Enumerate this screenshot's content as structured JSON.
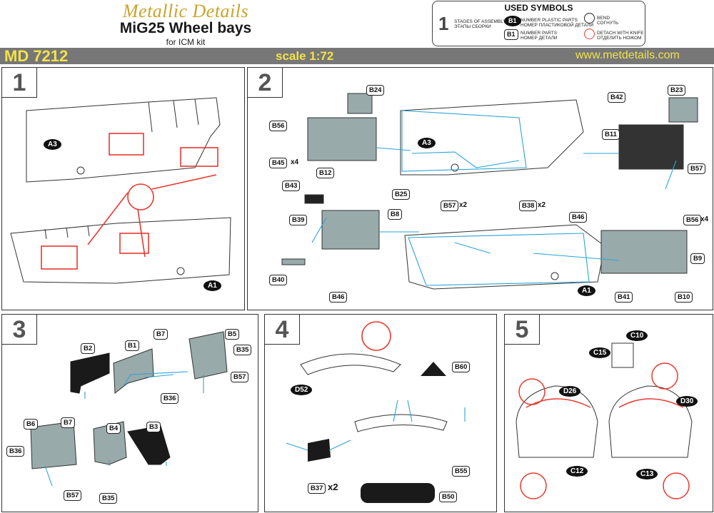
{
  "header": {
    "brand": "Metallic Details",
    "title": "MiG25 Wheel bays",
    "subtitle": "for ICM kit",
    "code": "MD 7212",
    "scale": "scale 1:72",
    "website": "www.metdetails.com"
  },
  "legend": {
    "title": "USED SYMBOLS",
    "stage_num": "1",
    "stage_text": "STAGES OF ASSEMBLY",
    "stage_text_ru": "ЭТАПЫ СБОРКИ",
    "plastic_tag": "B1",
    "plastic_text": "NUMBER PLASTIC PARTS",
    "plastic_text_ru": "НОМЕР ПЛАСТИКОВОЙ ДЕТАЛИ",
    "pe_tag": "B1",
    "pe_text": "NUMBER PARTS",
    "pe_text_ru": "НОМЕР ДЕТАЛИ",
    "bend_text": "BEND",
    "bend_text_ru": "СОГНУТЬ",
    "knife_text": "DETACH WITH KNIFE",
    "knife_text_ru": "ОТДЕЛИТЬ НОЖОМ"
  },
  "steps": {
    "s1": {
      "num": "1",
      "labels": {
        "a3": "A3",
        "a1": "A1"
      }
    },
    "s2": {
      "num": "2",
      "labels": {
        "b24": "B24",
        "b56": "B56",
        "b45": "B45",
        "b45x": "x4",
        "b12": "B12",
        "a3": "A3",
        "b43": "B43",
        "b25": "B25",
        "b57": "B57",
        "b57x": "x2",
        "b38": "B38",
        "b38x": "x2",
        "b8": "B8",
        "b39": "B39",
        "b40": "B40",
        "b46a": "B46",
        "b46b": "B46",
        "b42": "B42",
        "b23": "B23",
        "b11": "B11",
        "b57b": "B57",
        "b56b": "B56",
        "b56bx": "x4",
        "b9": "B9",
        "a1": "A1",
        "b41": "B41",
        "b10": "B10"
      }
    },
    "s3": {
      "num": "3",
      "labels": {
        "b7a": "B7",
        "b5": "B5",
        "b2": "B2",
        "b1": "B1",
        "b35a": "B35",
        "b57": "B57",
        "b36a": "B36",
        "b6": "B6",
        "b7b": "B7",
        "b4": "B4",
        "b3": "B3",
        "b36b": "B36",
        "b57b": "B57",
        "b35b": "B35"
      }
    },
    "s4": {
      "num": "4",
      "labels": {
        "b60": "B60",
        "d52": "D52",
        "b55": "B55",
        "b37": "B37",
        "b37x": "x2",
        "b50": "B50"
      }
    },
    "s5": {
      "num": "5",
      "labels": {
        "c10": "C10",
        "c15": "C15",
        "d26": "D26",
        "d30": "D30",
        "c12": "C12",
        "c13": "C13"
      }
    }
  },
  "colors": {
    "band": "#777777",
    "accent_yellow": "#f2e24a",
    "brand_gold": "#c9a32a",
    "cyan_lines": "#2aa4d8",
    "red_parts": "#e8392f"
  }
}
